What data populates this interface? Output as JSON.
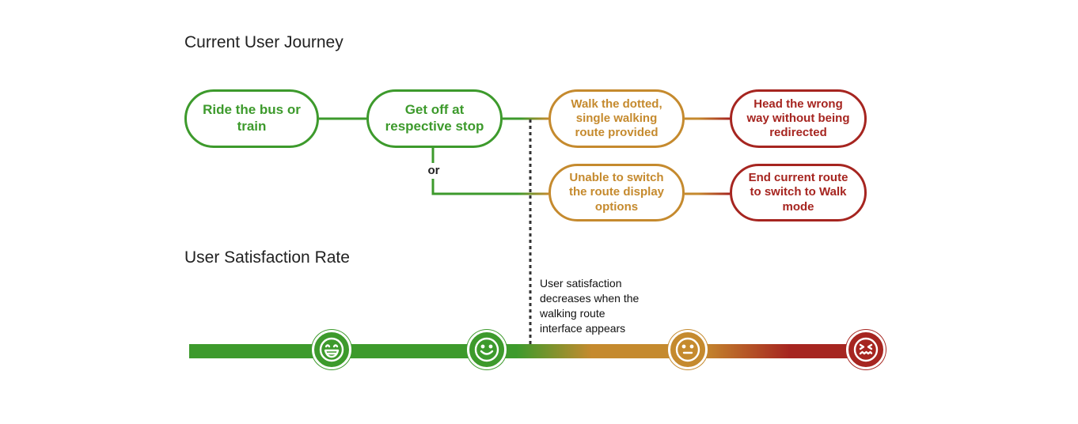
{
  "titles": {
    "journey": "Current User Journey",
    "satisfaction": "User Satisfaction Rate"
  },
  "nodes": {
    "ride": {
      "lines": [
        "Ride the bus or",
        "train"
      ],
      "color": "#3d9a2c"
    },
    "get_off": {
      "lines": [
        "Get off at",
        "respective stop"
      ],
      "color": "#3d9a2c"
    },
    "walk_dotted": {
      "lines": [
        "Walk the dotted,",
        "single walking",
        "route provided"
      ],
      "color": "#c58a2e"
    },
    "head_wrong": {
      "lines": [
        "Head the wrong",
        "way without being",
        "redirected"
      ],
      "color": "#a62520"
    },
    "unable_switch": {
      "lines": [
        "Unable to switch",
        "the route display",
        "options"
      ],
      "color": "#c58a2e"
    },
    "end_route": {
      "lines": [
        "End current route",
        "to switch to Walk",
        "mode"
      ],
      "color": "#a62520"
    }
  },
  "branch_label": "or",
  "annotation": [
    "User satisfaction",
    "decreases when the",
    "walking route",
    "interface appears"
  ],
  "faces": [
    {
      "name": "laughing-face-icon",
      "color": "#3d9a2c"
    },
    {
      "name": "smiling-face-icon",
      "color": "#3d9a2c"
    },
    {
      "name": "neutral-face-icon",
      "color": "#c58a2e"
    },
    {
      "name": "distressed-face-icon",
      "color": "#a62520"
    }
  ],
  "colors": {
    "good": "#3d9a2c",
    "medium": "#c58a2e",
    "bad": "#a62520"
  }
}
